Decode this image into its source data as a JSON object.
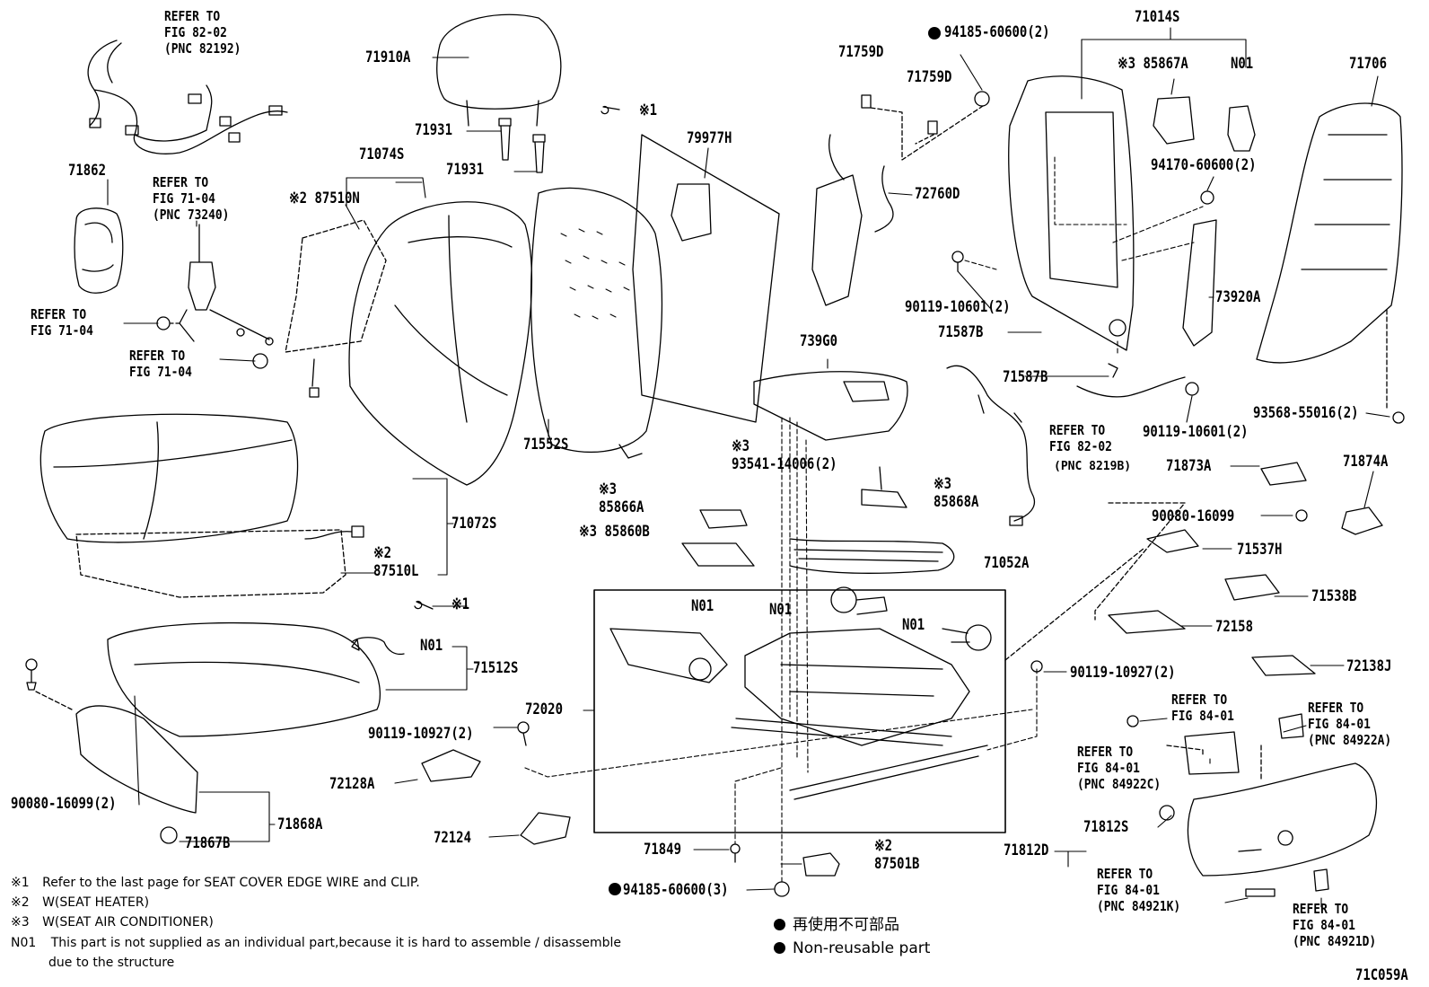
{
  "labels": {
    "p71910A": "71910A",
    "p71931a": "71931",
    "p71931b": "71931",
    "p79977H": "79977H",
    "p71074S": "71074S",
    "p87510N": "※2 87510N",
    "p71862": "71862",
    "p71072S": "71072S",
    "p87510L": "87510L",
    "p87510L_note": "※2",
    "p71512S": "71512S",
    "pN01_seat": "N01",
    "p71552S": "71552S",
    "p739G0": "739G0",
    "p93541": "93541-14006(2)",
    "p93541_note": "※3",
    "p85866A": "85866A",
    "p85866A_note": "※3",
    "p85860B": "※3 85860B",
    "p85868A": "85868A",
    "p85868A_note": "※3",
    "p71052A": "71052A",
    "p72020": "72020",
    "pN01_a": "N01",
    "pN01_b": "N01",
    "pN01_c": "N01",
    "p90119_10927a": "90119-10927(2)",
    "p90119_10927b": "90119-10927(2)",
    "p72128A": "72128A",
    "p72124": "72124",
    "p71849": "71849",
    "p94185_3": "94185-60600(3)",
    "p87501B": "87501B",
    "p87501B_note": "※2",
    "p90080_16099a": "90080-16099(2)",
    "p71868A": "71868A",
    "p71867B": "71867B",
    "p71759Da": "71759D",
    "p71759Db": "71759D",
    "p94185_2": "94185-60600(2)",
    "p71014S": "71014S",
    "p85867A": "※3 85867A",
    "pN01_top": "N01",
    "p71706": "71706",
    "p72760D": "72760D",
    "p94170": "94170-60600(2)",
    "p90119_10601a": "90119-10601(2)",
    "p90119_10601b": "90119-10601(2)",
    "p71587Ba": "71587B",
    "p71587Bb": "71587B",
    "p73920A": "73920A",
    "p93568": "93568-55016(2)",
    "p71873A": "71873A",
    "p71874A": "71874A",
    "p90080_16099b": "90080-16099",
    "p71537H": "71537H",
    "p71538B": "71538B",
    "p72158": "72158",
    "p72138J": "72138J",
    "p71812D": "71812D",
    "p71812S": "71812S",
    "diagram_code": "71C059A"
  },
  "refs": {
    "r_fig82_top": "REFER TO\nFIG 82-02\n(PNC 82192)",
    "r_fig71_belt": "REFER TO\nFIG 71-04\n(PNC 73240)",
    "r_fig71_a": "REFER TO\nFIG 71-04",
    "r_fig71_b": "REFER TO\nFIG 71-04",
    "r_fig82_mid": "REFER TO\nFIG 82-02",
    "r_fig82_mid_pnc": "(PNC 8219B)",
    "r_fig84_a": "REFER TO\nFIG 84-01",
    "r_fig84_b": "REFER TO\nFIG 84-01\n(PNC 84922A)",
    "r_fig84_c": "REFER TO\nFIG 84-01\n(PNC 84922C)",
    "r_fig84_d": "REFER TO\nFIG 84-01\n(PNC 84921K)",
    "r_fig84_e": "REFER TO\nFIG 84-01\n(PNC 84921D)"
  },
  "clips": {
    "c1": "※1",
    "c2": "※1"
  },
  "notes": {
    "n1_mark": "※1",
    "n1_text": "Refer to the last page for SEAT COVER EDGE WIRE and CLIP.",
    "n2_mark": "※2",
    "n2_text": "W(SEAT HEATER)",
    "n3_mark": "※3",
    "n3_text": "W(SEAT AIR CONDITIONER)",
    "n4_mark": "N01",
    "n4_text": "This part is not supplied as an individual part,because it is hard to assemble / disassemble",
    "n4_text2": "due to the structure"
  },
  "legend": {
    "jp": "再使用不可部品",
    "en": "Non-reusable part"
  }
}
